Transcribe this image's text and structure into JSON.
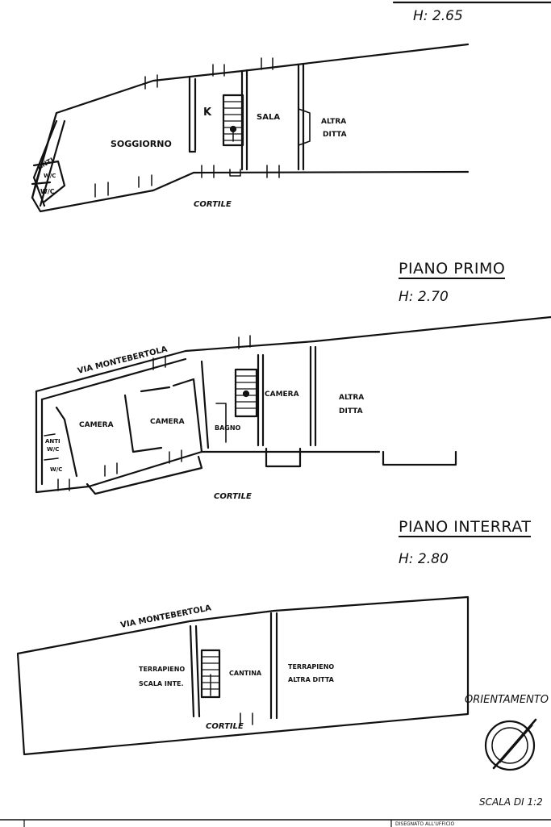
{
  "floors": [
    {
      "title": "",
      "height": "H: 2.65",
      "rooms": {
        "soggiorno": "SOGGIORNO",
        "k": "K",
        "sala": "SALA",
        "altra_ditta_1": "ALTRA",
        "altra_ditta_2": "DITTA",
        "anti_wc_1": "ANTI",
        "anti_wc_2": "W/C",
        "wc": "W/C"
      },
      "cortile": "CORTILE"
    },
    {
      "title": "PIANO PRIMO",
      "height": "H: 2.70",
      "street": "VIA MONTEBERTOLA",
      "rooms": {
        "camera_1": "CAMERA",
        "camera_2": "CAMERA",
        "camera_3": "CAMERA",
        "bagno": "BAGNO",
        "altra_ditta_1": "ALTRA",
        "altra_ditta_2": "DITTA",
        "anti_wc_1": "ANTI",
        "anti_wc_2": "W/C",
        "wc": "W/C"
      },
      "cortile": "CORTILE"
    },
    {
      "title": "PIANO INTERRAT",
      "height": "H: 2.80",
      "street": "VIA MONTEBERTOLA",
      "rooms": {
        "terrapieno_1": "TERRAPIENO",
        "scala_1": "SCALA INTE.",
        "cantina": "CANTINA",
        "terrapieno_2": "TERRAPIENO",
        "altra_ditta": "ALTRA DITTA"
      },
      "cortile": "CORTILE"
    }
  ],
  "orientamento": "ORIENTAMENTO",
  "scala": "SCALA DI 1:2",
  "footer_stamp": "DISEGNATO ALL'UFFICIO"
}
